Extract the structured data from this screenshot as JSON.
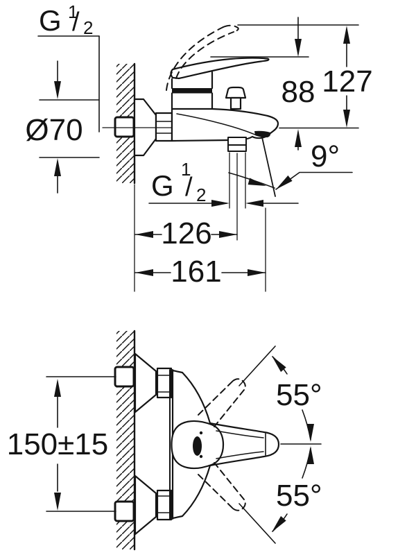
{
  "page": {
    "background": "#ffffff",
    "ink": "#141414",
    "description": "Technical installation drawing of a wall-mounted single-lever bath mixer tap, side view (top) and front view (bottom) with dimensions"
  },
  "side_view": {
    "label": "side-elevation",
    "wall_thread_label": {
      "base": "G",
      "numerator": "1",
      "fraction_slash": "/",
      "denominator": "2"
    },
    "escutcheon_diameter": "Ø70",
    "height_to_raised_handle": "127",
    "height_to_handle": "88",
    "spout_angle": "9°",
    "shower_outlet_thread_label": {
      "base": "G",
      "numerator": "1",
      "fraction_slash": "/",
      "denominator": "2"
    },
    "wall_to_shower_outlet": "126",
    "projection": "161"
  },
  "front_view": {
    "label": "front-elevation",
    "connection_spacing": "150±15",
    "handle_swing_upper": "55°",
    "handle_swing_lower": "55°"
  }
}
